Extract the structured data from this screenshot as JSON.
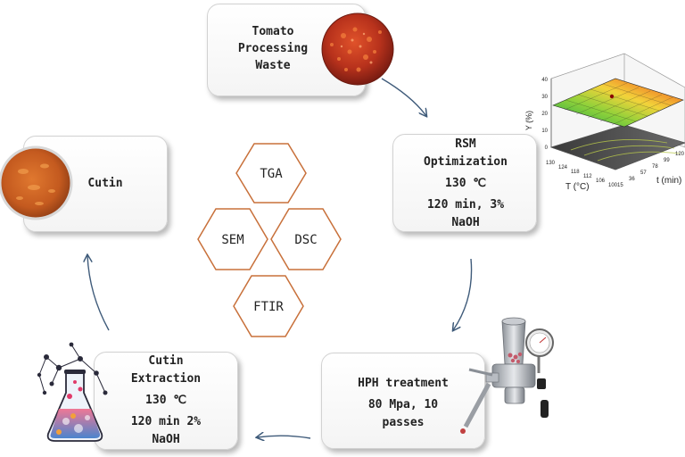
{
  "cards": {
    "tomato": {
      "lines": [
        "Tomato",
        "Processing",
        "Waste"
      ]
    },
    "rsm": {
      "lines": [
        "RSM",
        "Optimization",
        "130 ℃",
        "120 min, 3%",
        "NaOH"
      ]
    },
    "hph": {
      "lines": [
        "HPH treatment",
        "80 Mpa, 10",
        "passes"
      ]
    },
    "extraction": {
      "lines": [
        "Cutin",
        "Extraction",
        "130 ℃",
        "120 min 2%",
        "NaOH"
      ]
    },
    "cutin": {
      "lines": [
        "Cutin"
      ]
    }
  },
  "techniques": [
    "TGA",
    "SEM",
    "DSC",
    "FTIR"
  ],
  "plot": {
    "z_label": "Y (%)",
    "z_ticks": [
      "40",
      "30",
      "20",
      "10",
      "0"
    ],
    "x_label": "T (°C)",
    "x_ticks": [
      "130",
      "124",
      "118",
      "112",
      "106",
      "100"
    ],
    "y_label": "t (min)",
    "y_ticks": [
      "120",
      "99",
      "78",
      "57",
      "36",
      "15"
    ]
  },
  "colors": {
    "accent": "#c8703a",
    "arrow": "#3f5b7a",
    "surface_high": "#e23b2a",
    "surface_low": "#2bb24c"
  },
  "icons": [
    "tomato-waste-photo",
    "cutin-photo",
    "flask-icon",
    "hph-machine-icon"
  ]
}
